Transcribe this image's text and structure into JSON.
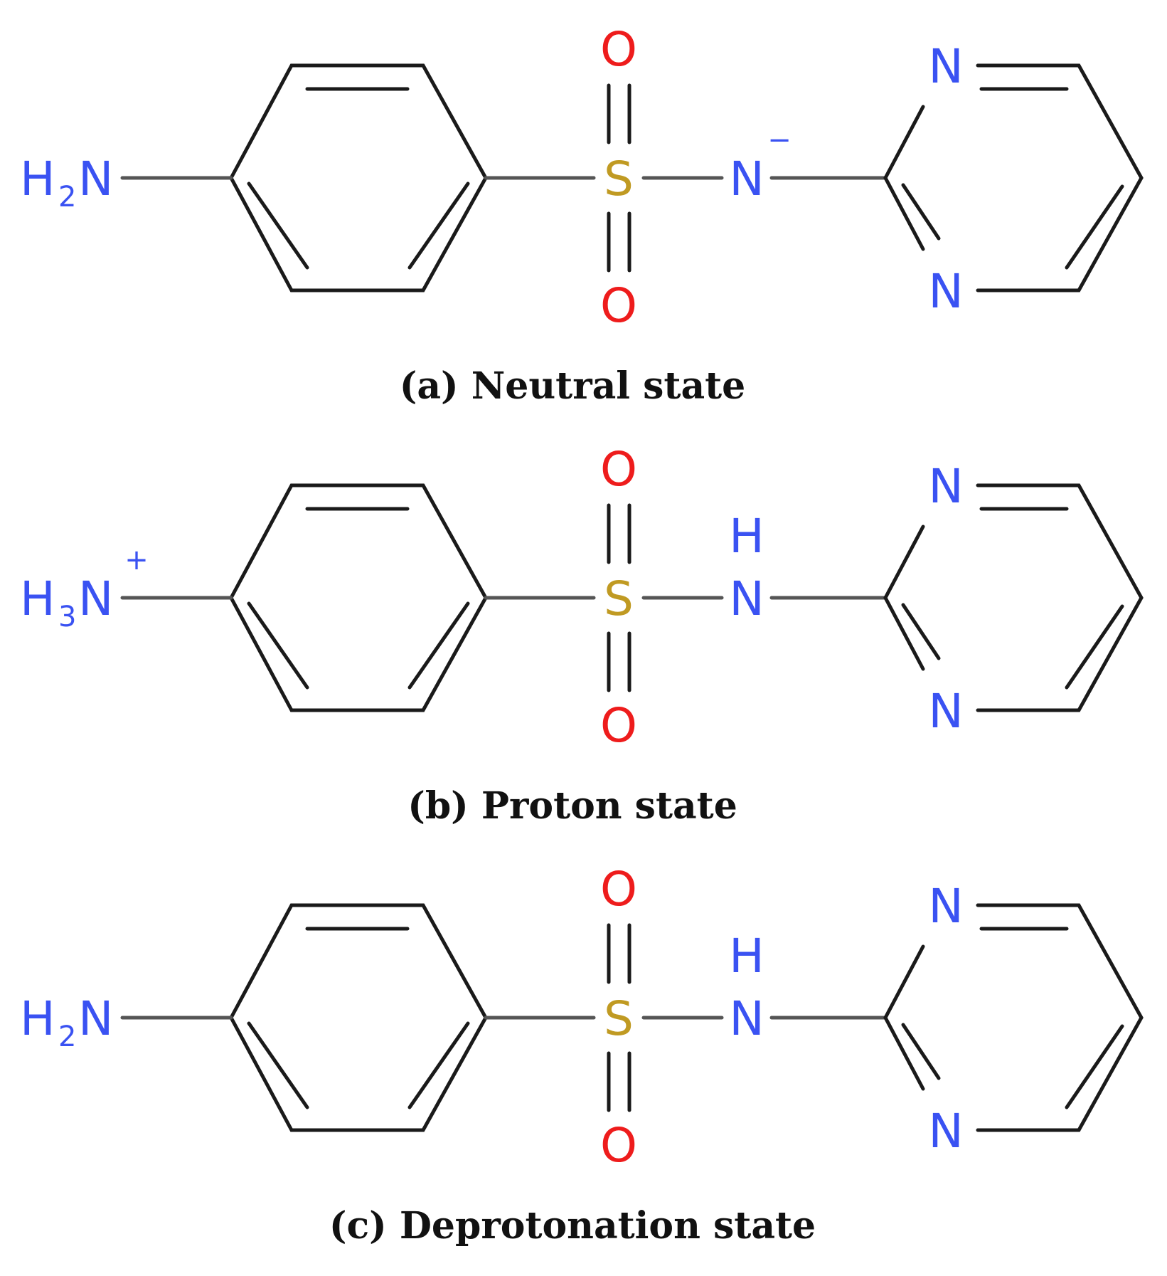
{
  "colors": {
    "nitrogen": "#3a52f2",
    "oxygen": "#ee1c1c",
    "sulfur": "#c09a22",
    "bond": "#1a1a1a"
  },
  "panels": [
    {
      "caption": "(a) Neutral state",
      "amine": {
        "h": "H",
        "count": "2",
        "n": "N",
        "charge": ""
      },
      "sulfonamide_n": {
        "n": "N",
        "h": "",
        "charge": "−"
      },
      "sulfonyl": {
        "s": "S",
        "o_top": "O",
        "o_bottom": "O"
      },
      "pyrimidine": {
        "n_top": "N",
        "n_bottom": "N"
      }
    },
    {
      "caption": "(b) Proton state",
      "amine": {
        "h": "H",
        "count": "3",
        "n": "N",
        "charge": "+"
      },
      "sulfonamide_n": {
        "n": "N",
        "h": "H",
        "charge": ""
      },
      "sulfonyl": {
        "s": "S",
        "o_top": "O",
        "o_bottom": "O"
      },
      "pyrimidine": {
        "n_top": "N",
        "n_bottom": "N"
      }
    },
    {
      "caption": "(c) Deprotonation state",
      "amine": {
        "h": "H",
        "count": "2",
        "n": "N",
        "charge": ""
      },
      "sulfonamide_n": {
        "n": "N",
        "h": "H",
        "charge": ""
      },
      "sulfonyl": {
        "s": "S",
        "o_top": "O",
        "o_bottom": "O"
      },
      "pyrimidine": {
        "n_top": "N",
        "n_bottom": "N"
      }
    }
  ]
}
